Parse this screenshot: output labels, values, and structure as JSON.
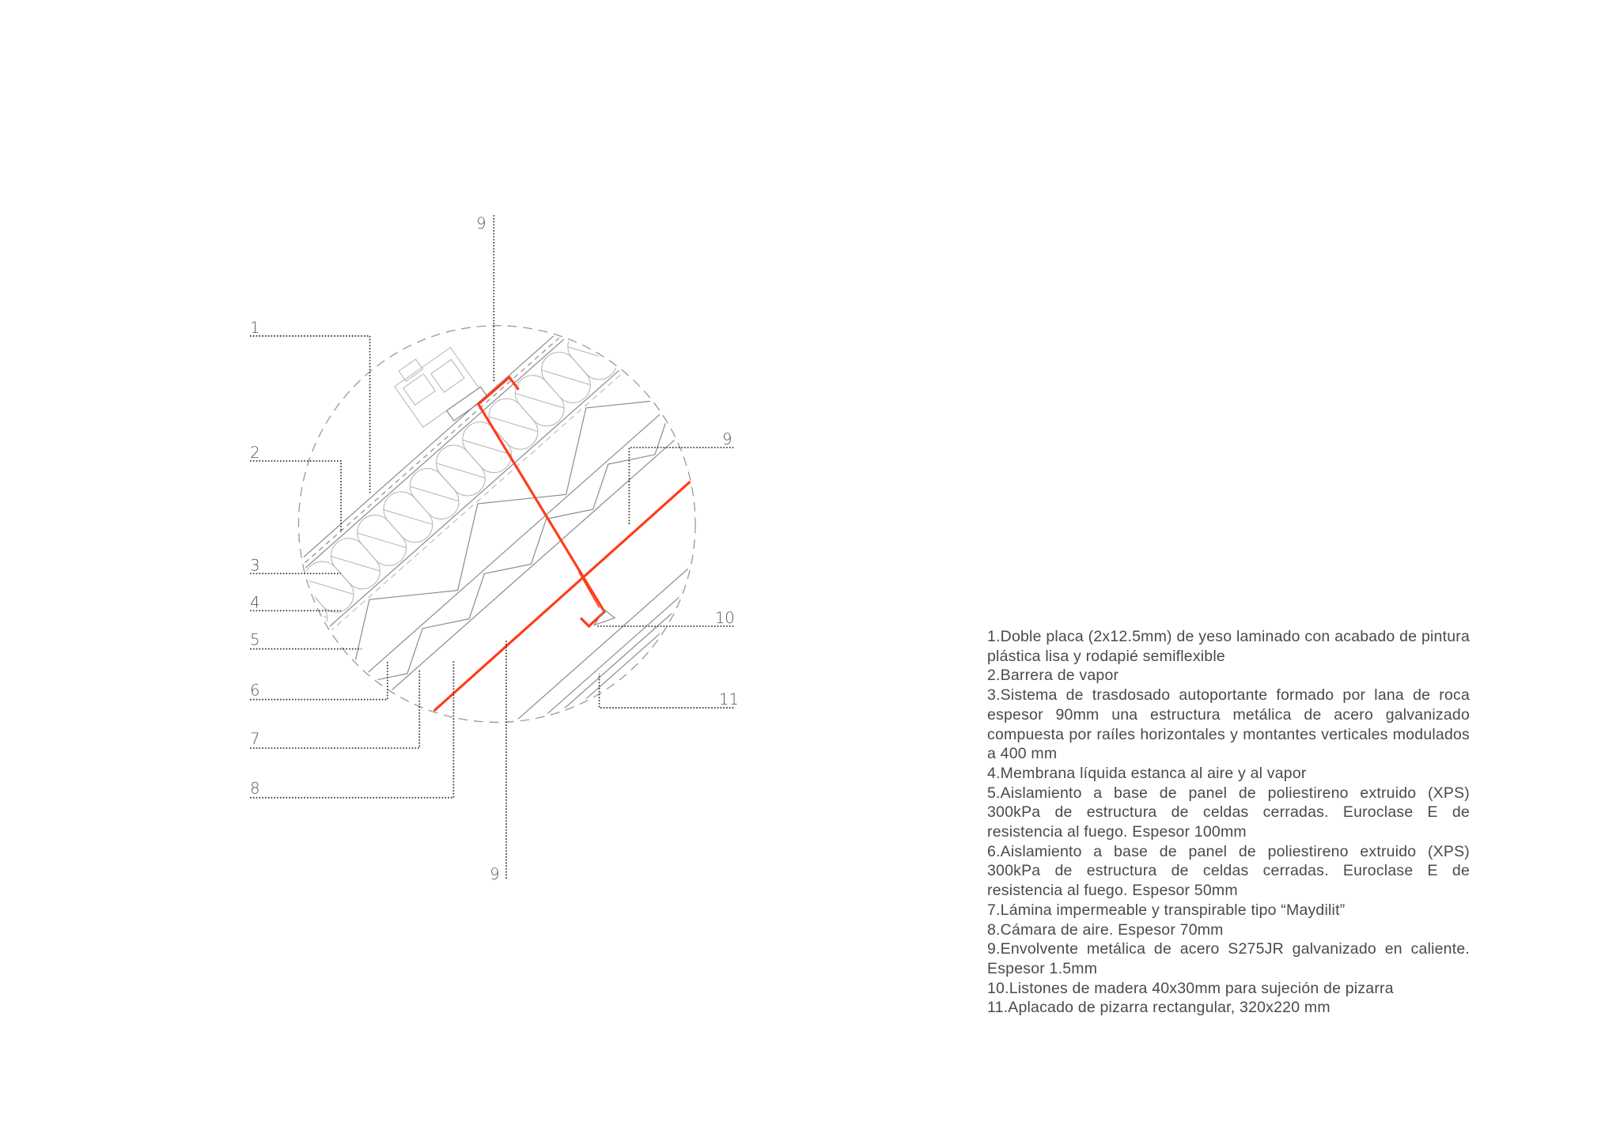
{
  "callouts": {
    "top": "9",
    "l1": "1",
    "l2": "2",
    "l3": "3",
    "l4": "4",
    "l5": "5",
    "l6": "6",
    "l7": "7",
    "l8": "8",
    "bottom": "9",
    "right9": "9",
    "right10": "10",
    "right11": "11"
  },
  "colors": {
    "envelope": "#ff3b1a",
    "linework": "#8a8a8a",
    "text": "#4a4a4a"
  },
  "legend": [
    "1.Doble placa (2x12.5mm) de yeso laminado con acabado de pintura plástica lisa y rodapié semiflexible",
    "2.Barrera de vapor",
    "3.Sistema de trasdosado autoportante formado por lana de roca espesor 90mm una estructura metálica de acero galvanizado compuesta por raíles horizontales y montantes verticales modulados a 400 mm",
    "4.Membrana líquida estanca al aire y al vapor",
    "5.Aislamiento a base de panel de poliestireno extruido (XPS) 300kPa de estructura de celdas cerradas. Euroclase E de resistencia al fuego. Espesor 100mm",
    "6.Aislamiento a base de panel de poliestireno extruido (XPS) 300kPa de estructura de celdas cerradas. Euroclase E de resistencia al fuego. Espesor 50mm",
    "7.Lámina impermeable y transpirable tipo “Maydilit”",
    "8.Cámara de aire. Espesor 70mm",
    "9.Envolvente metálica de acero S275JR galvanizado en caliente. Espesor 1.5mm",
    "10.Listones de madera 40x30mm para sujeción de pizarra",
    "11.Aplacado de pizarra rectangular, 320x220 mm"
  ]
}
